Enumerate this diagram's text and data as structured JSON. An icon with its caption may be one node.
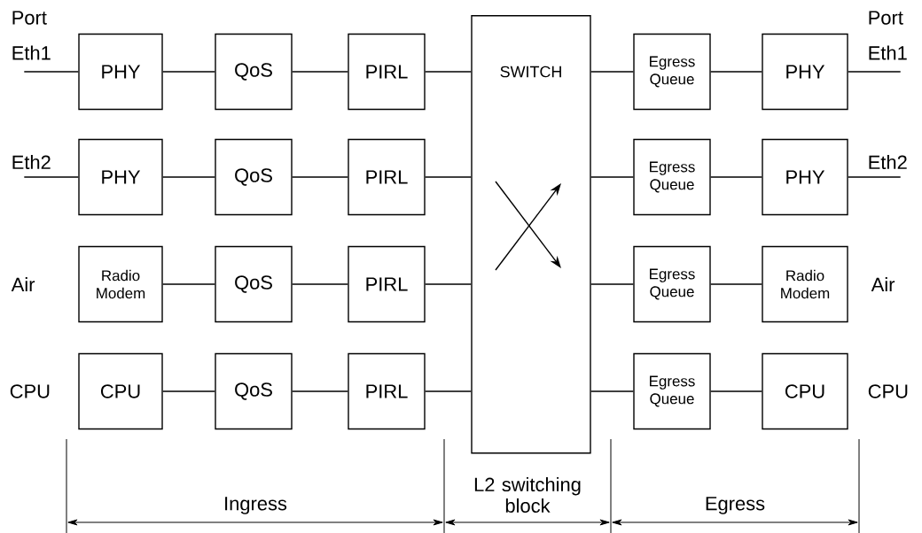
{
  "diagram": {
    "nodes": [
      {
        "text": [
          "PHY"
        ]
      },
      {
        "text": [
          "QoS"
        ]
      },
      {
        "text": [
          "PIRL"
        ]
      },
      {
        "text": [
          "SWITCH"
        ]
      },
      {
        "text": [
          "Egress Queue"
        ]
      },
      {
        "text": [
          "PHY"
        ]
      },
      {
        "text": [
          "PHY"
        ]
      },
      {
        "text": [
          "QoS"
        ]
      },
      {
        "text": [
          "PIRL"
        ]
      },
      {
        "text": [
          "Egress Queue"
        ]
      },
      {
        "text": [
          "PHY"
        ]
      },
      {
        "text": [
          "Radio Modem"
        ]
      },
      {
        "text": [
          "QoS"
        ]
      },
      {
        "text": [
          "PIRL"
        ]
      },
      {
        "text": [
          "Egress Queue"
        ]
      },
      {
        "text": [
          "Radio Modem"
        ]
      },
      {
        "text": [
          "CPU"
        ]
      },
      {
        "text": [
          "QoS"
        ]
      },
      {
        "text": [
          "PIRL"
        ]
      },
      {
        "text": [
          "Egress Queue"
        ]
      },
      {
        "text": [
          "CPU"
        ]
      }
    ],
    "edges": [
      {
        "from": null,
        "to": 0,
        "arrow": "none"
      },
      {
        "from": 0,
        "to": 1,
        "arrow": "none"
      },
      {
        "from": 1,
        "to": 2,
        "arrow": "none"
      },
      {
        "from": 2,
        "to": 3,
        "arrow": "none"
      },
      {
        "from": 3,
        "to": 4,
        "arrow": "none"
      },
      {
        "from": 4,
        "to": 5,
        "arrow": "none"
      },
      {
        "from": 5,
        "to": null,
        "arrow": "none"
      },
      {
        "from": null,
        "to": 6,
        "arrow": "none"
      },
      {
        "from": 6,
        "to": 7,
        "arrow": "none"
      },
      {
        "from": 7,
        "to": 8,
        "arrow": "none"
      },
      {
        "from": 8,
        "to": 3,
        "arrow": "none"
      },
      {
        "from": 3,
        "to": 9,
        "arrow": "none"
      },
      {
        "from": 9,
        "to": 10,
        "arrow": "none"
      },
      {
        "from": 10,
        "to": null,
        "arrow": "none"
      },
      {
        "from": 11,
        "to": 12,
        "arrow": "none"
      },
      {
        "from": 12,
        "to": 13,
        "arrow": "none"
      },
      {
        "from": 13,
        "to": 3,
        "arrow": "none"
      },
      {
        "from": 3,
        "to": 14,
        "arrow": "none"
      },
      {
        "from": 14,
        "to": 15,
        "arrow": "none"
      },
      {
        "from": 16,
        "to": 17,
        "arrow": "none"
      },
      {
        "from": 17,
        "to": 18,
        "arrow": "none"
      },
      {
        "from": 18,
        "to": 3,
        "arrow": "none"
      },
      {
        "from": 3,
        "to": 19,
        "arrow": "none"
      },
      {
        "from": 19,
        "to": 20,
        "arrow": "none"
      }
    ],
    "labels": [
      "Port Eth1",
      "Port Eth1",
      "Eth2",
      "Eth2",
      "Air",
      "Air",
      "CPU",
      "CPU",
      "Ingress",
      "L2 switching block",
      "Egress"
    ]
  }
}
